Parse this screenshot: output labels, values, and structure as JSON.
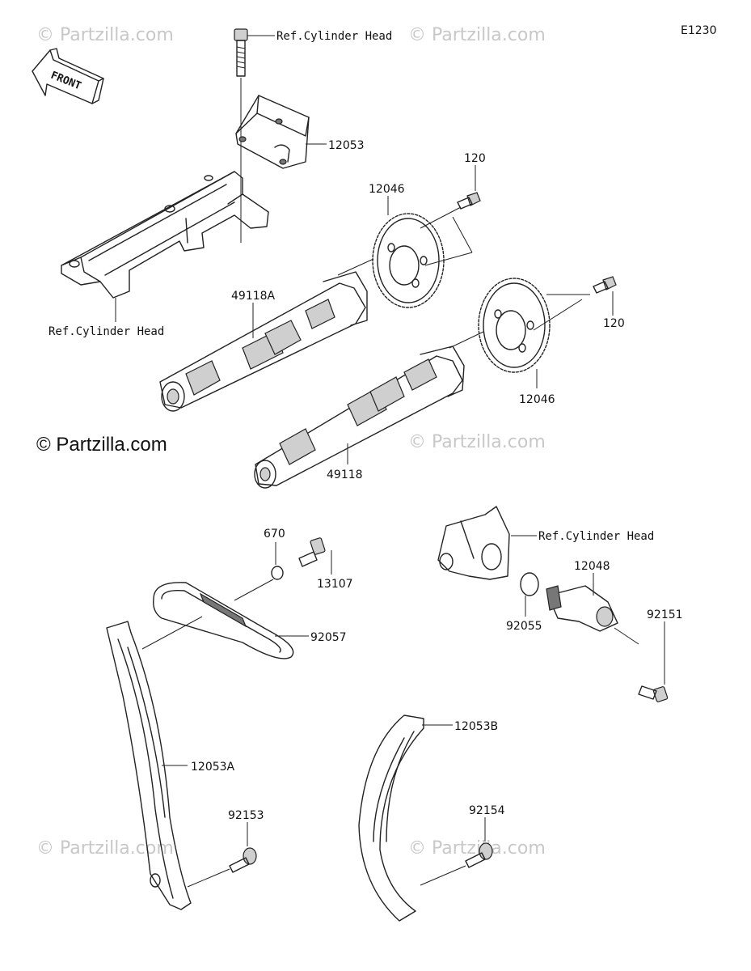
{
  "diagram_id": "E1230",
  "watermark": "© Partzilla.com",
  "front_label": "FRONT",
  "labels": {
    "ref_cyl_head_top": "Ref.Cylinder Head",
    "ref_cyl_head_left": "Ref.Cylinder Head",
    "ref_cyl_head_right": "Ref.Cylinder Head",
    "p12053": "12053",
    "p120_a": "120",
    "p120_b": "120",
    "p12046_a": "12046",
    "p12046_b": "12046",
    "p49118A": "49118A",
    "p49118": "49118",
    "p670": "670",
    "p13107": "13107",
    "p92057": "92057",
    "p12048": "12048",
    "p92055": "92055",
    "p92151": "92151",
    "p12053A": "12053A",
    "p12053B": "12053B",
    "p92153": "92153",
    "p92154": "92154"
  }
}
